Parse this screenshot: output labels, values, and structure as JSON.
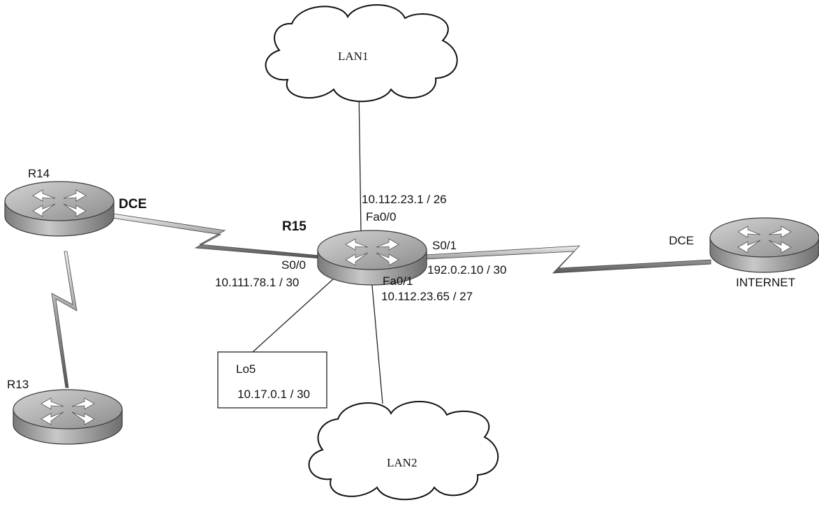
{
  "clouds": {
    "lan1": "LAN1",
    "lan2": "LAN2"
  },
  "routers": {
    "r14": {
      "name": "R14",
      "dce": "DCE"
    },
    "r13": {
      "name": "R13"
    },
    "r15": {
      "name": "R15"
    },
    "internet": {
      "name": "INTERNET",
      "dce": "DCE"
    }
  },
  "interfaces": {
    "fa0_0": {
      "name": "Fa0/0",
      "ip": "10.112.23.1 / 26"
    },
    "s0_0": {
      "name": "S0/0",
      "ip": "10.111.78.1 / 30"
    },
    "s0_1": {
      "name": "S0/1",
      "ip": "192.0.2.10 / 30"
    },
    "fa0_1": {
      "name": "Fa0/1",
      "ip": "10.112.23.65 / 27"
    }
  },
  "loopback": {
    "name": "Lo5",
    "ip": "10.17.0.1 / 30"
  }
}
